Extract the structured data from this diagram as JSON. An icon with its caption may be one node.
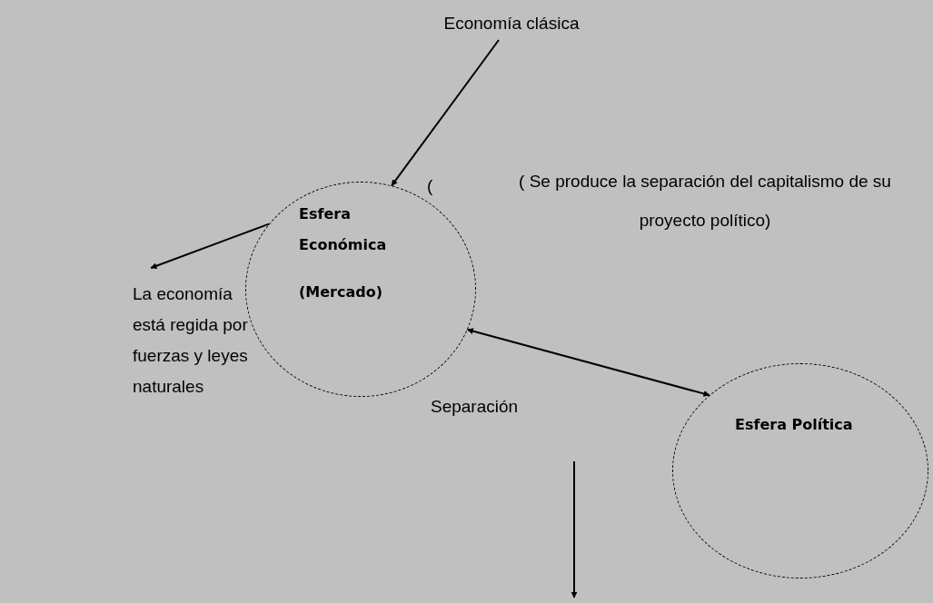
{
  "diagram": {
    "nodes": [
      {
        "text": [
          "Economía clásica"
        ]
      },
      {
        "text": [
          "Esfera Económica",
          "**(Mercado**)"
        ]
      },
      {
        "text": [
          "La economía está regida por fuerzas y leyes naturales"
        ]
      },
      {
        "text": [
          "Esfera Política"
        ]
      }
    ],
    "edges": [
      {
        "from": 0,
        "to": 1,
        "arrow": "to"
      },
      {
        "from": 1,
        "to": 2,
        "arrow": "to"
      },
      {
        "from": 1,
        "to": 3,
        "arrow": "both"
      }
    ],
    "labels": [
      "(",
      "( Se produce la separación del capitalismo de su proyecto político)",
      "Separación"
    ]
  }
}
